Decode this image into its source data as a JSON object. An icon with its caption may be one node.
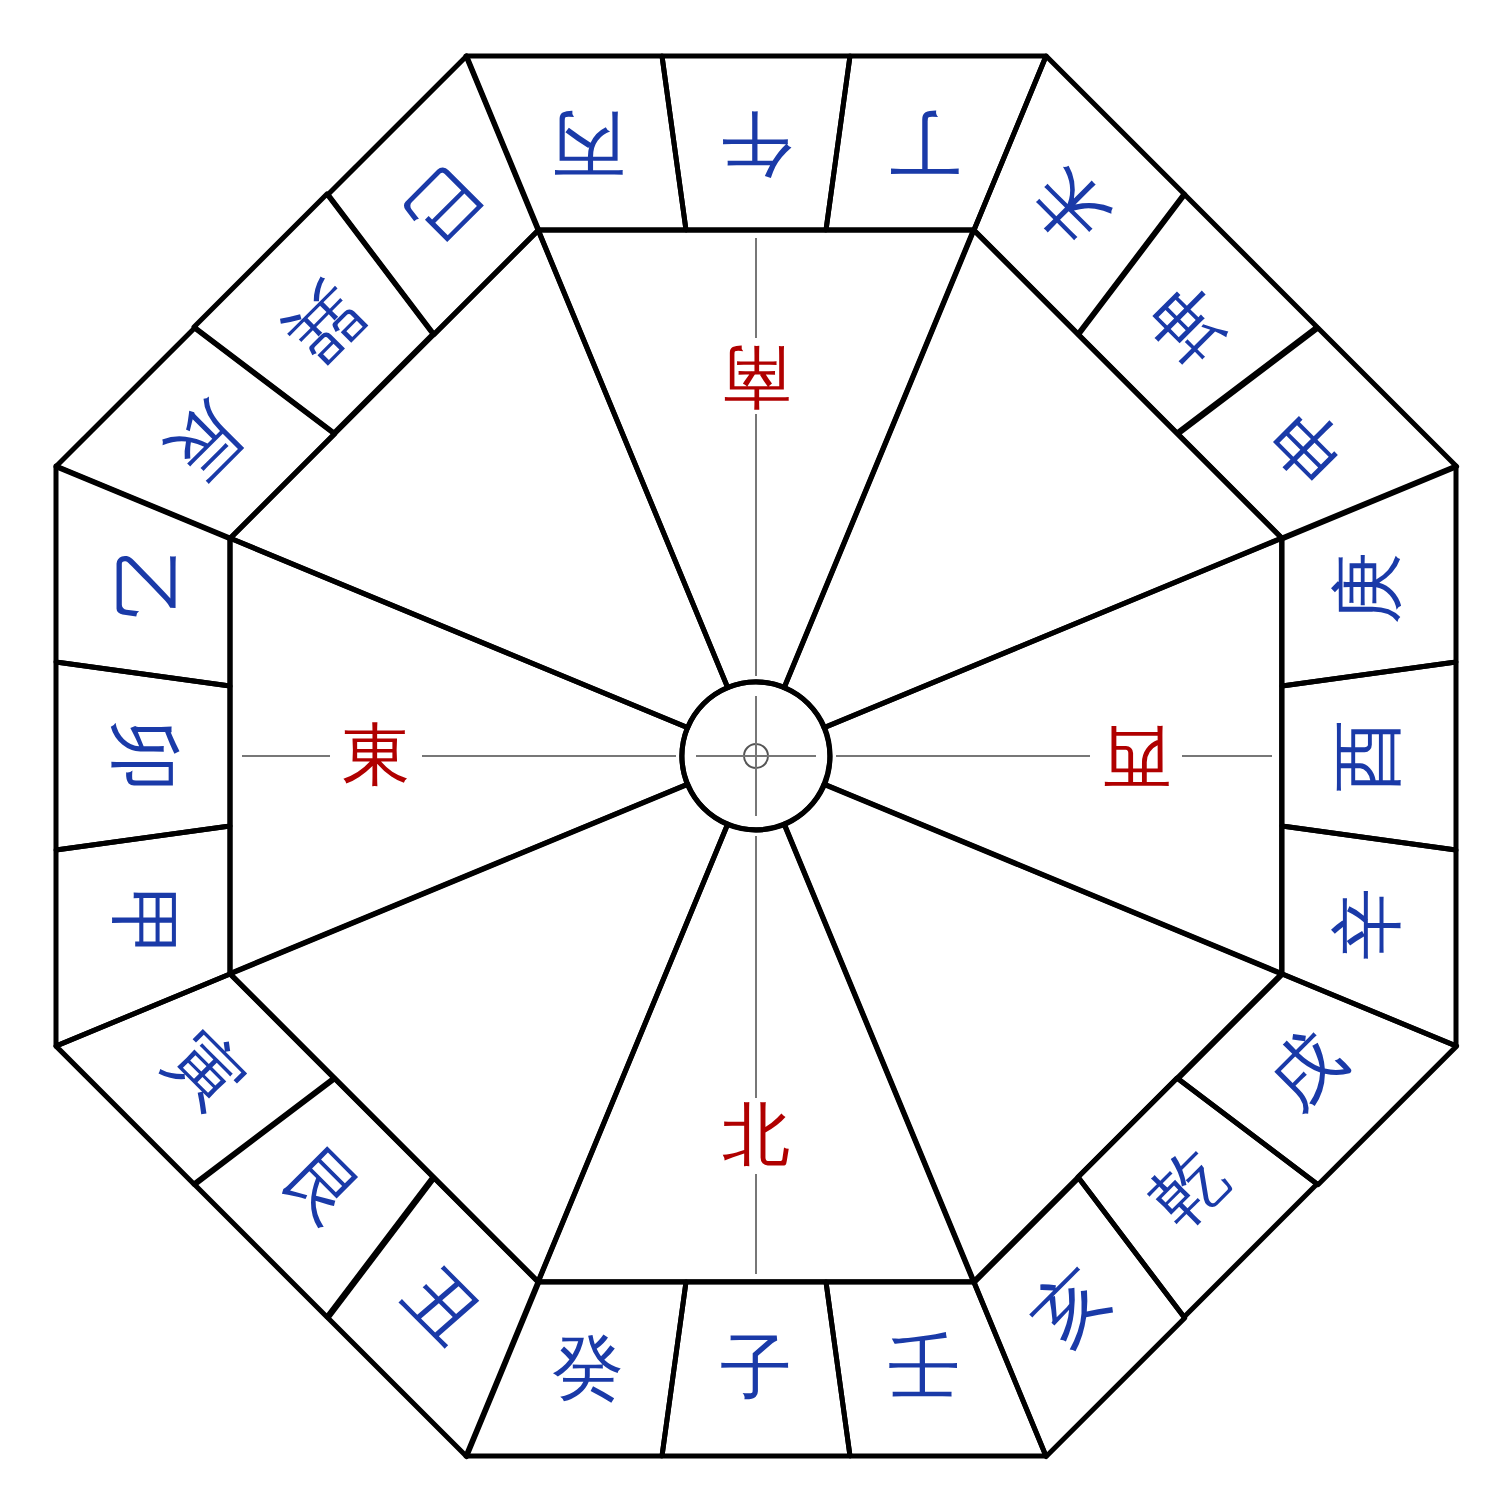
{
  "diagram": {
    "nodes": [
      {
        "text": [
          "南"
        ]
      },
      {
        "text": [
          "丙"
        ]
      },
      {
        "text": [
          "午"
        ]
      },
      {
        "text": [
          "丁"
        ]
      },
      {
        "text": [],
        "shape": "triangle"
      },
      {
        "text": [
          "未"
        ]
      },
      {
        "text": [
          "坤"
        ]
      },
      {
        "text": [
          "申"
        ]
      },
      {
        "text": [
          "西"
        ]
      },
      {
        "text": [
          "庚"
        ]
      },
      {
        "text": [
          "酉"
        ]
      },
      {
        "text": [
          "辛"
        ]
      },
      {
        "text": [],
        "shape": "triangle"
      },
      {
        "text": [
          "戌"
        ]
      },
      {
        "text": [
          "乾"
        ]
      },
      {
        "text": [
          "亥"
        ]
      },
      {
        "text": [
          "北"
        ]
      },
      {
        "text": [
          "壬"
        ]
      },
      {
        "text": [
          "子"
        ]
      },
      {
        "text": [
          "癸"
        ]
      },
      {
        "text": [],
        "shape": "triangle"
      },
      {
        "text": [
          "丑"
        ]
      },
      {
        "text": [
          "艮"
        ]
      },
      {
        "text": [
          "寅"
        ]
      },
      {
        "text": [
          "東"
        ]
      },
      {
        "text": [
          "甲"
        ]
      },
      {
        "text": [
          "卯"
        ]
      },
      {
        "text": [
          "乙"
        ]
      },
      {
        "text": [],
        "shape": "triangle"
      },
      {
        "text": [
          "辰"
        ]
      },
      {
        "text": [
          "巽"
        ]
      },
      {
        "text": [
          "巳"
        ]
      }
    ]
  }
}
